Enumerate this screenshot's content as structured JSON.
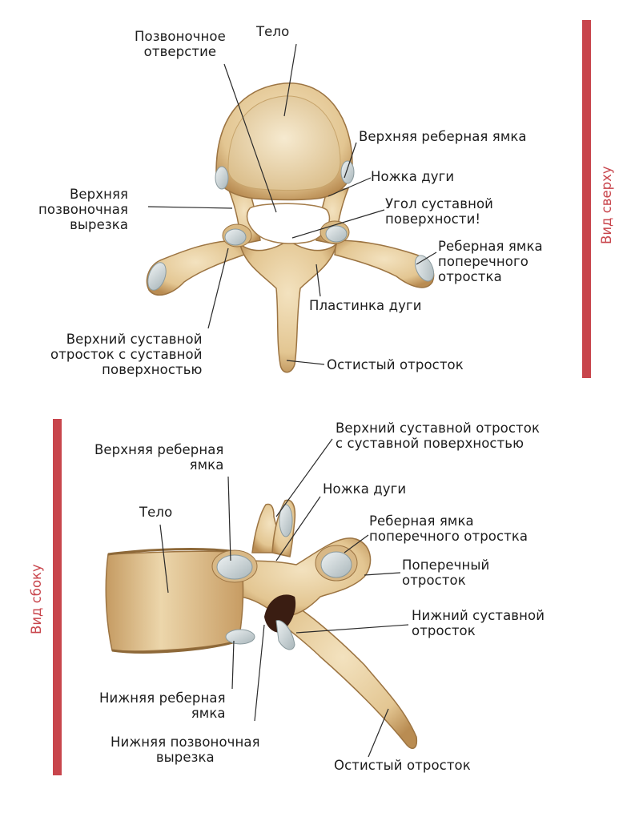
{
  "top_view": {
    "side_label": "Вид сверху",
    "labels": {
      "telo": "Тело",
      "pozv_otv": "Позвоночное\nотверстие",
      "verh_reb_yamka": "Верхняя реберная ямка",
      "nozhka_dugi": "Ножка дуги",
      "verh_pozv_vyr": "Верхняя\nпозвоночная\nвырезка",
      "ugol": "Угол суставной\nповерхности!",
      "reb_yamka_pop": "Реберная ямка\nпоперечного\nотростка",
      "plastinka": "Пластинка дуги",
      "verh_sust_otr": "Верхний суставной\nотросток с суставной\nповерхностью",
      "ostist": "Остистый отросток"
    }
  },
  "side_view": {
    "side_label": "Вид сбоку",
    "labels": {
      "verh_sust_otr": "Верхний суставной отросток\nс суставной поверхностью",
      "verh_reb_yamka": "Верхняя реберная\nямка",
      "nozhka_dugi": "Ножка дуги",
      "telo": "Тело",
      "reb_yamka_pop": "Реберная ямка\nпоперечного отростка",
      "poperechny": "Поперечный\nотросток",
      "nizh_sust_otr": "Нижний суставной\nотросток",
      "nizh_reb_yamka": "Нижняя реберная\nямка",
      "nizh_pozv_vyr": "Нижняя позвоночная\nвырезка",
      "ostist": "Остистый отросток"
    }
  },
  "colors": {
    "accent": "#c8454c",
    "bone": "#e8cfa0",
    "bone_dark": "#b98c52",
    "facet": "#c9d3d6"
  }
}
